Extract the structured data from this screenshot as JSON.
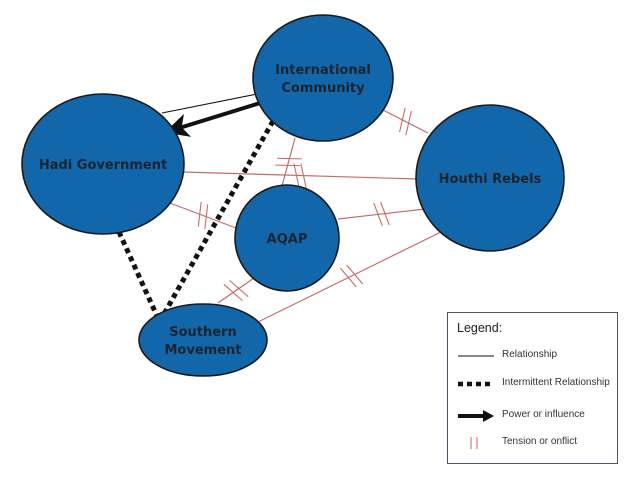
{
  "colors": {
    "node_fill": "#1167aa",
    "node_stroke": "#1a1a1a",
    "tension": "#c96a6a",
    "relationship": "#111111",
    "label": "#1c2430"
  },
  "nodes": [
    {
      "id": "intl",
      "label_lines": [
        "International",
        "Community"
      ]
    },
    {
      "id": "hadi",
      "label_lines": [
        "Hadi Government"
      ]
    },
    {
      "id": "houthi",
      "label_lines": [
        "Houthi Rebels"
      ]
    },
    {
      "id": "aqap",
      "label_lines": [
        "AQAP"
      ]
    },
    {
      "id": "southern",
      "label_lines": [
        "Southern",
        "Movement"
      ]
    }
  ],
  "edges": [
    {
      "from": "intl",
      "to": "hadi",
      "type": "relationship"
    },
    {
      "from": "intl",
      "to": "hadi",
      "type": "power"
    },
    {
      "from": "hadi",
      "to": "southern",
      "type": "intermittent"
    },
    {
      "from": "intl",
      "to": "southern",
      "type": "intermittent"
    },
    {
      "from": "intl",
      "to": "houthi",
      "type": "tension"
    },
    {
      "from": "intl",
      "to": "aqap",
      "type": "tension"
    },
    {
      "from": "hadi",
      "to": "houthi",
      "type": "tension"
    },
    {
      "from": "hadi",
      "to": "aqap",
      "type": "tension"
    },
    {
      "from": "aqap",
      "to": "houthi",
      "type": "tension"
    },
    {
      "from": "southern",
      "to": "aqap",
      "type": "tension"
    },
    {
      "from": "southern",
      "to": "houthi",
      "type": "tension"
    }
  ],
  "legend": {
    "title": "Legend:",
    "items": [
      {
        "type": "relationship",
        "label": "Relationship"
      },
      {
        "type": "intermittent",
        "label": "Intermittent Relationship"
      },
      {
        "type": "power",
        "label": "Power or influence"
      },
      {
        "type": "tension",
        "label": "Tension or onflict"
      }
    ]
  }
}
